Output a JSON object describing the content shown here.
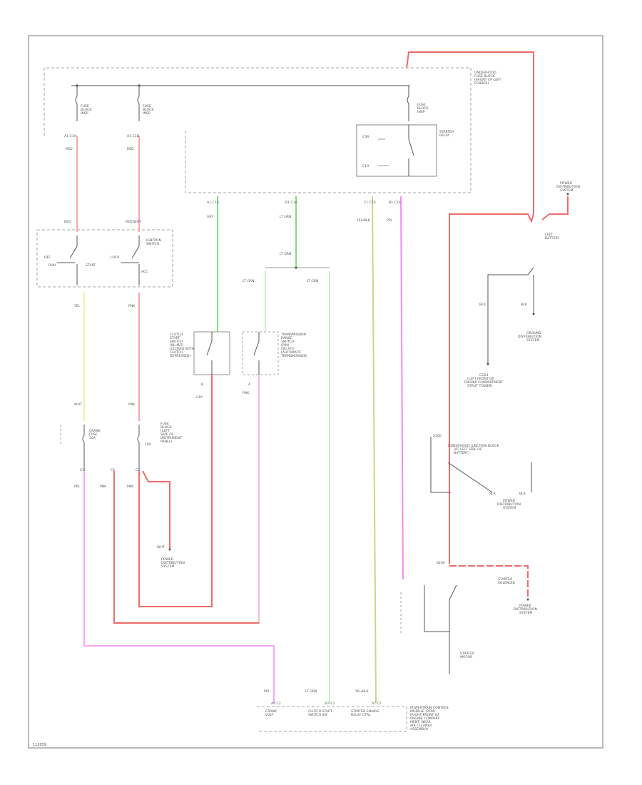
{
  "footer": {
    "code": "112059"
  },
  "colors": {
    "red": "#f06b6b",
    "pink": "#f5a6b0",
    "green": "#7fe07f",
    "light_green": "#b8eab8",
    "yellow": "#f2f2a0",
    "olive": "#cfd48a",
    "magenta": "#f28cf2",
    "black": "#555555"
  },
  "labels": {
    "tl_fuse1": [
      "FUSE",
      "BLOCK",
      "INSP"
    ],
    "tl_fuse2": [
      "FUSE",
      "BLOCK",
      "INSP"
    ],
    "tl_fuse3": [
      "FUSE",
      "BLOCK",
      "INSP"
    ],
    "top_box": [
      "UNDERHOOD",
      "FUSE BLOCK",
      "(FRONT OF LEFT",
      "FENDER)"
    ],
    "relay_label": [
      "STARTER",
      "RELAY"
    ],
    "relay_c1": "C3R",
    "relay_c2": "C1R",
    "fuse_conn1": "A1 C1A",
    "fuse_conn2": "A1 C1B",
    "wire_red1": "RED",
    "wire_red2": "RED",
    "wire_red3": "RED",
    "wire_redwht": "RED/WHT",
    "pc_conn1": "A1 C1A",
    "pc_conn2": "B1 C1A",
    "pc_conn3": "C1 C1A",
    "pc_conn4": "B1 C1A",
    "wire_gry": "GRY",
    "wire_ltgrn1": "LT GRN",
    "wire_ltgrn2": "LT GRN",
    "wire_ltgrn3": "LT GRN",
    "wire_ltgrn4": "LT GRN",
    "wire_ltgrn5": "LT GRN",
    "wire_yelblk1": "YEL/BLK",
    "wire_yelblk2": "YEL/BLK",
    "wire_ppl1": "PPL",
    "wire_ppl2": "PPL",
    "wire_ppl3": "PPL",
    "wire_pnk1": "PNK",
    "wire_pnk2": "PNK",
    "wire_pnk3": "PNK",
    "wire_pnk4": "PNK",
    "wire_pnk5": "PNK",
    "wire_yel": "YEL",
    "wire_gry2": "GRY",
    "wire_wht": "WHT",
    "wire_wht2": "WHT",
    "ign_switch": [
      "IGNITION",
      "SWITCH"
    ],
    "ign_pos_off": "OFF",
    "ign_pos_run": "RUN",
    "ign_pos_start": "START",
    "ign_pos_lock": "LOCK",
    "ign_pos_acc": "ACC",
    "clutch_sw": [
      "CLUTCH",
      "START",
      "SWITCH",
      "(W/ M/T)",
      "(CLOSED WITH",
      "CLUTCH",
      "DEPRESSED)"
    ],
    "trans_sw": [
      "TRANSMISSION",
      "RANGE",
      "SWITCH",
      "(P/N)",
      "(W/ A/T)",
      "(AUTOMATIC",
      "TRANSMISSION)"
    ],
    "power_dist1": [
      "POWER",
      "DISTRIBUTION",
      "SYSTEM"
    ],
    "ign_fuse1": [
      "CRANK",
      "FUSE",
      "10A"
    ],
    "ign_fuse2": [
      "FUSE",
      "BLOCK",
      "(LEFT",
      "SIDE OF",
      "INSTRUMENT",
      "PANEL)",
      "10A"
    ],
    "power_dist2": [
      "POWER",
      "DISTRIBUTION",
      "SYSTEM"
    ],
    "battery": [
      "LEFT",
      "BATTERY"
    ],
    "ground_dist": [
      "GROUND",
      "DISTRIBUTION",
      "SYSTEM"
    ],
    "ground_ref": [
      "G103",
      "(LEFT FRONT OF",
      "ENGINE COMPARTMENT",
      "STRUT TOWER)"
    ],
    "junction": [
      "UNDERHOOD JUNCTION BLOCK",
      "(AT LEFT SIDE OF",
      "BATTERY)"
    ],
    "power_dist3": [
      "POWER",
      "DISTRIBUTION",
      "SYSTEM"
    ],
    "starter_sol": [
      "STARTER",
      "SOLENOID"
    ],
    "power_dist4": [
      "POWER",
      "DISTRIBUTION",
      "SYSTEM"
    ],
    "starter_motor": [
      "STARTER",
      "MOTOR"
    ],
    "pcm_crank": [
      "CRANK",
      "VOLT"
    ],
    "pcm_clutch": [
      "CLUTCH START",
      "SWITCH SIG"
    ],
    "pcm_relay": [
      "STARTER ENABLE",
      "RELAY CTRL"
    ],
    "pcm_box": [
      "POWERTRAIN CONTROL",
      "MODULE (PCM)",
      "(RIGHT FRONT OF",
      "ENGINE COMPART-",
      "MENT, NEAR",
      "AIR CLEANER",
      "ASSEMBLY)"
    ],
    "pcm_pin1": "A6 C2",
    "pcm_pin2": "B3 C2",
    "pcm_pin3": "A7 C2",
    "conn_c1": "C1",
    "conn_c2": "C2",
    "conn_c3": "C3",
    "conn_b": "B",
    "conn_a": "A",
    "wire_blk1": "BLK",
    "wire_blk2": "BLK",
    "wire_blk3": "BLK",
    "node_s100": "S100",
    "node_s200": "S200",
    "wire_blk4": "BLK"
  }
}
